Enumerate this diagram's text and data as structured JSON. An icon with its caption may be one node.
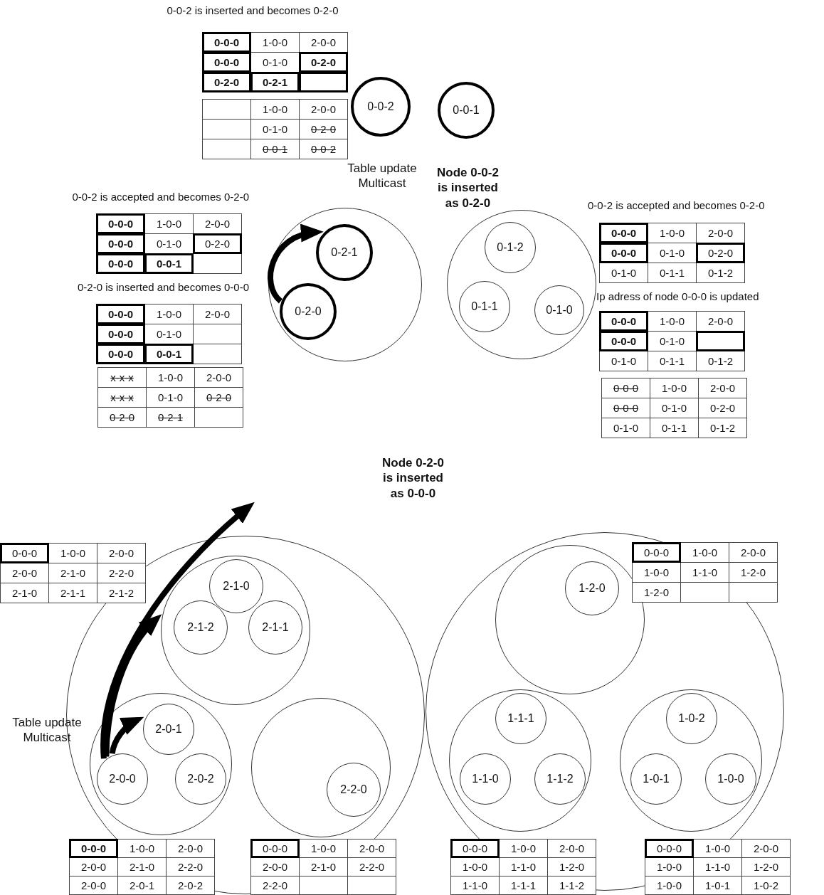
{
  "diagram": {
    "nodes": [
      {
        "text": [
          "0-0-2"
        ]
      },
      {
        "text": [
          "0-0-1"
        ]
      },
      {
        "text": [],
        "shape": "circle"
      },
      {
        "text": [
          "0-2-1"
        ],
        "in": 2
      },
      {
        "text": [
          "0-2-0"
        ],
        "in": 2
      },
      {
        "text": [],
        "shape": "circle"
      },
      {
        "text": [
          "0-1-2"
        ],
        "in": 5
      },
      {
        "text": [
          "0-1-1"
        ],
        "in": 5
      },
      {
        "text": [
          "0-1-0"
        ],
        "in": 5
      },
      {
        "text": [],
        "shape": "circle"
      },
      {
        "text": [],
        "shape": "circle",
        "in": 9
      },
      {
        "text": [
          "2-1-0"
        ],
        "in": 10
      },
      {
        "text": [
          "2-1-2"
        ],
        "in": 10
      },
      {
        "text": [
          "2-1-1"
        ],
        "in": 10
      },
      {
        "text": [],
        "shape": "circle",
        "in": 9
      },
      {
        "text": [
          "2-0-1"
        ],
        "in": 14
      },
      {
        "text": [
          "2-0-0"
        ],
        "in": 14
      },
      {
        "text": [
          "2-0-2"
        ],
        "in": 14
      },
      {
        "text": [],
        "shape": "circle",
        "in": 9
      },
      {
        "text": [
          "2-2-0"
        ],
        "in": 18
      },
      {
        "text": [],
        "shape": "circle"
      },
      {
        "text": [],
        "shape": "circle",
        "in": 20
      },
      {
        "text": [
          "1-2-0"
        ],
        "in": 21
      },
      {
        "text": [],
        "shape": "circle",
        "in": 20
      },
      {
        "text": [
          "1-1-1"
        ],
        "in": 23
      },
      {
        "text": [
          "1-1-0"
        ],
        "in": 23
      },
      {
        "text": [
          "1-1-2"
        ],
        "in": 23
      },
      {
        "text": [],
        "shape": "circle",
        "in": 20
      },
      {
        "text": [
          "1-0-2"
        ],
        "in": 27
      },
      {
        "text": [
          "1-0-1"
        ],
        "in": 27
      },
      {
        "text": [
          "1-0-0"
        ],
        "in": 27
      }
    ],
    "edges": [
      {
        "from": 4,
        "to": 3,
        "arrow": "to"
      },
      {
        "from": 16,
        "to": null,
        "arrow": "to"
      },
      {
        "from": 16,
        "to": 10,
        "arrow": "to"
      },
      {
        "from": 16,
        "to": 15,
        "arrow": "to"
      }
    ],
    "labels": [
      "0-0-2 is inserted and becomes 0-2-0",
      "**0-0-0**",
      "1-0-0",
      "2-0-0",
      "**0-0-0**",
      "0-1-0",
      "**0-2-0**",
      "**0-2-0**",
      "**0-2-1**",
      "1-0-0",
      "2-0-0",
      "0-1-0",
      "0-2-0",
      "0-0-1",
      "0-0-2",
      "Table update Multicast",
      "Node 0-0-2 is inserted as 0-2-0",
      "0-0-2 is accepted and becomes 0-2-0",
      "0-0-2 is accepted and becomes 0-2-0",
      "**0-0-0**",
      "1-0-0",
      "2-0-0",
      "**0-0-0**",
      "0-1-0",
      "0-2-0",
      "**0-0-0**",
      "**0-0-1**",
      "**0-0-0**",
      "1-0-0",
      "2-0-0",
      "**0-0-0**",
      "0-1-0",
      "0-2-0",
      "0-1-0",
      "0-1-1",
      "0-1-2",
      "0-2-0 is inserted and becomes 0-0-0",
      "Ip adress of node 0-0-0 is updated",
      "**0-0-0**",
      "1-0-0",
      "2-0-0",
      "**0-0-0**",
      "0-1-0",
      "**0-0-0**",
      "**0-0-1**",
      "**0-0-0**",
      "1-0-0",
      "2-0-0",
      "**0-0-0**",
      "0-1-0",
      "0-1-0",
      "0-1-1",
      "0-1-2",
      "x-x-x",
      "1-0-0",
      "2-0-0",
      "x-x-x",
      "0-1-0",
      "0-2-0",
      "0-2-0",
      "0-2-1",
      "0-0-0",
      "1-0-0",
      "2-0-0",
      "0-0-0",
      "0-1-0",
      "0-2-0",
      "0-1-0",
      "0-1-1",
      "0-1-2",
      "Node 0-2-0 is inserted as 0-0-0",
      "0-0-0",
      "1-0-0",
      "2-0-0",
      "2-0-0",
      "2-1-0",
      "2-2-0",
      "2-1-0",
      "2-1-1",
      "2-1-2",
      "0-0-0",
      "1-0-0",
      "2-0-0",
      "1-0-0",
      "1-1-0",
      "1-2-0",
      "1-2-0",
      "Table update Multicast",
      "**0-0-0**",
      "1-0-0",
      "2-0-0",
      "2-0-0",
      "2-1-0",
      "2-2-0",
      "2-0-0",
      "2-0-1",
      "2-0-2",
      "0-0-0",
      "1-0-0",
      "2-0-0",
      "2-0-0",
      "2-1-0",
      "2-2-0",
      "2-2-0",
      "0-0-0",
      "1-0-0",
      "2-0-0",
      "1-0-0",
      "1-1-0",
      "1-2-0",
      "1-1-0",
      "1-1-1",
      "1-1-2",
      "0-0-0",
      "1-0-0",
      "2-0-0",
      "1-0-0",
      "1-1-0",
      "1-2-0",
      "1-0-0",
      "1-0-1",
      "1-0-2"
    ]
  }
}
